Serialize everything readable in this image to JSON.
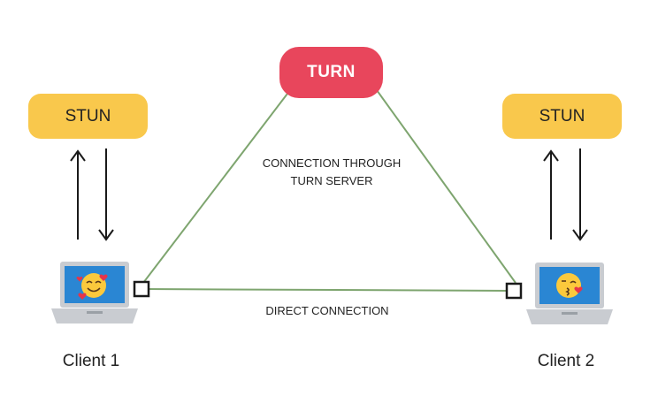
{
  "colors": {
    "turn": "#e8465c",
    "stun": "#f9c84c",
    "link": "#7ea56f",
    "arrow": "#1a1a1a",
    "laptop_body": "#c9ccd1",
    "laptop_screen": "#2a86d3",
    "emoji_face": "#fbc93c",
    "heart": "#e5354b"
  },
  "nodes": {
    "turn": {
      "label": "TURN"
    },
    "stun_left": {
      "label": "STUN"
    },
    "stun_right": {
      "label": "STUN"
    },
    "client_left": {
      "label": "Client 1",
      "icon": "laptop-smiling-hearts-emoji-icon"
    },
    "client_right": {
      "label": "Client 2",
      "icon": "laptop-kissing-emoji-icon"
    }
  },
  "edges": {
    "turn_path": {
      "label_line1": "CONNECTION THROUGH",
      "label_line2": "TURN SERVER"
    },
    "direct": {
      "label": "DIRECT CONNECTION"
    }
  }
}
